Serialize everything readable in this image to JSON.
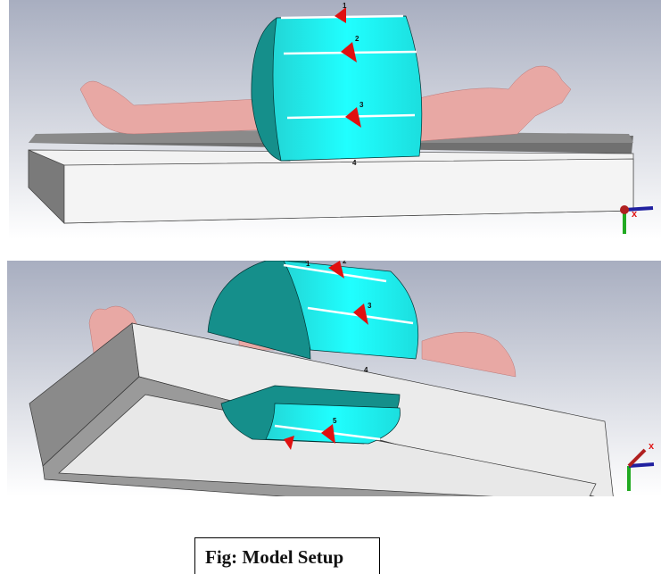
{
  "figure": {
    "caption": "Fig: Model Setup",
    "top_view": {
      "port_labels": [
        "1",
        "2",
        "3",
        "4"
      ],
      "axis_label": "x"
    },
    "bottom_view": {
      "port_labels": [
        "1",
        "2",
        "3",
        "4",
        "5"
      ],
      "axis_label": "x"
    },
    "colors": {
      "coil": "#1ef2f2",
      "coil_inner": "#169590",
      "body": "#e8a8a4",
      "table": "#e8e8e8",
      "port": "#e01010"
    }
  }
}
